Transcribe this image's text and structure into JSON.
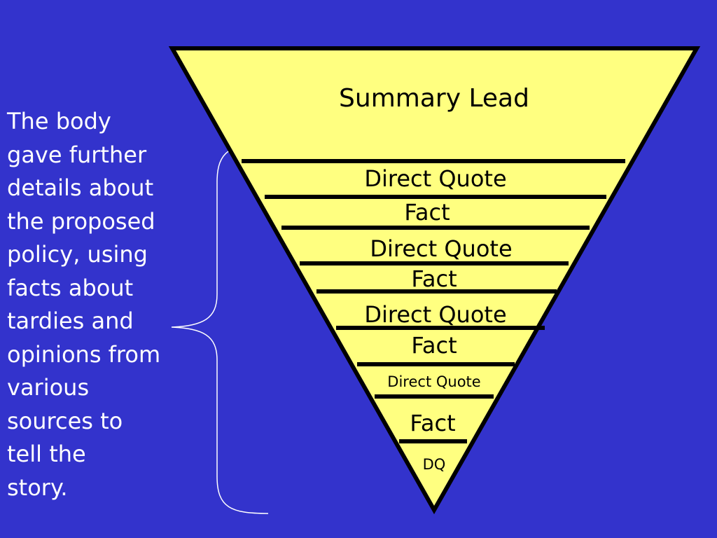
{
  "slide": {
    "background_color": "#3333cc",
    "pyramid_fill": "#ffff80",
    "outline_color": "#000000",
    "brace_color": "#ffffff",
    "body_text": "The body\ngave further\ndetails about\nthe proposed\npolicy, using\nfacts about\ntardies and\nopinions from\nvarious\nsources to\ntell the\nstory.",
    "lead": "Summary Lead",
    "layers": [
      "Direct Quote",
      "Fact",
      "Direct Quote",
      "Fact",
      "Direct Quote",
      "Fact",
      "Direct Quote",
      "Fact",
      "DQ"
    ]
  }
}
